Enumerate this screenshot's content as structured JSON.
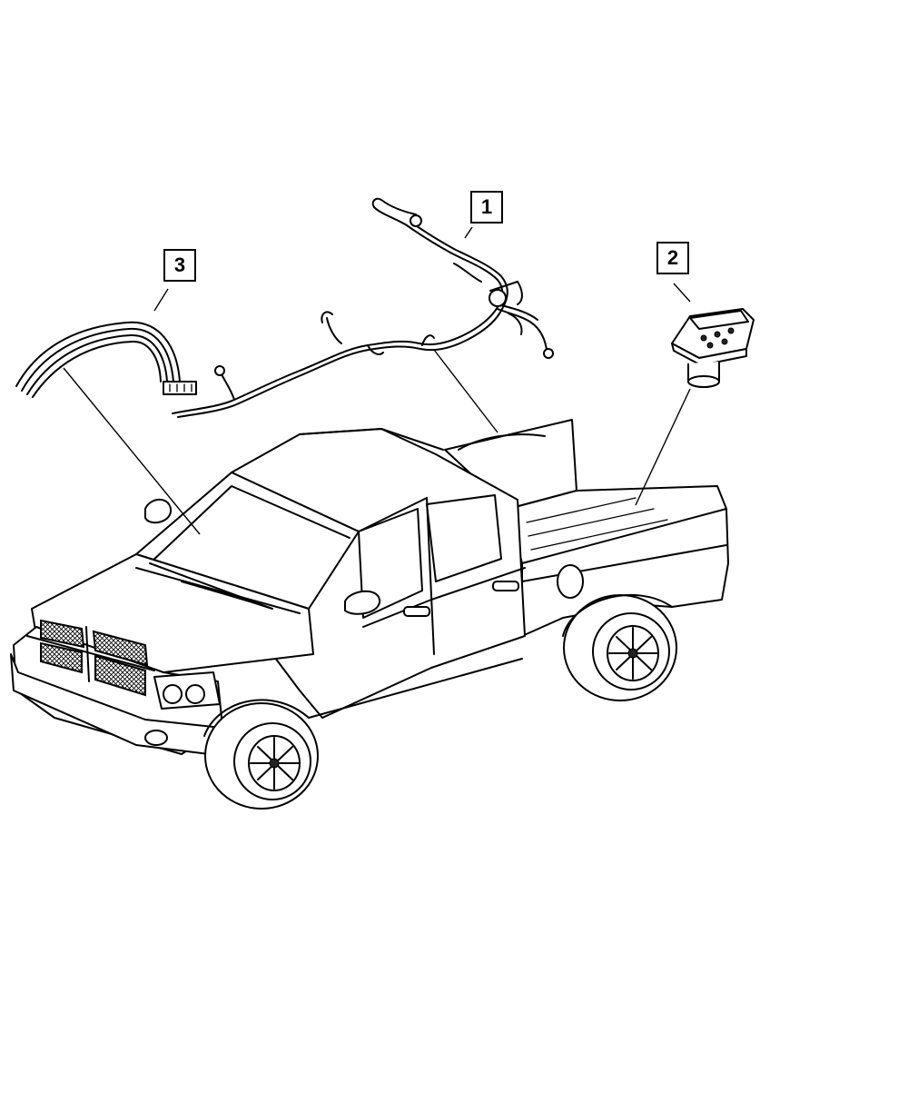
{
  "callouts": [
    {
      "number": "1",
      "part": "wiring-harness"
    },
    {
      "number": "2",
      "part": "trailer-tow-connector"
    },
    {
      "number": "3",
      "part": "jumper-wiring"
    }
  ]
}
